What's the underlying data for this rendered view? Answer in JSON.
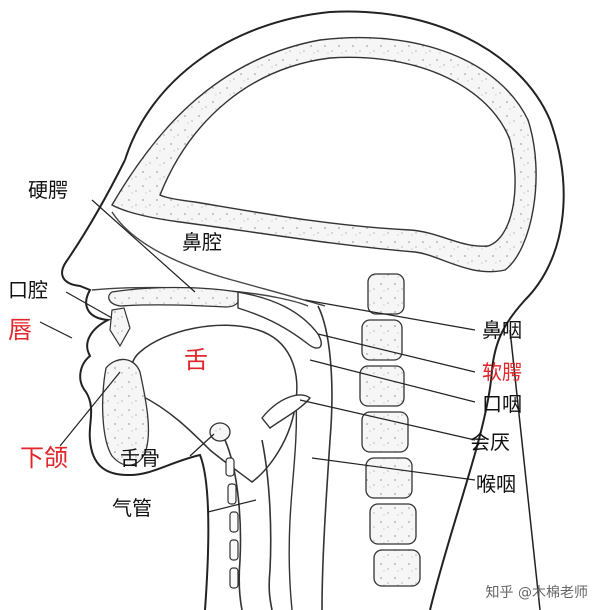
{
  "labels": {
    "hard_palate": "硬腭",
    "nasal_cavity": "鼻腔",
    "oral_cavity": "口腔",
    "lips": "唇",
    "tongue": "舌",
    "nasopharynx": "鼻咽",
    "soft_palate": "软腭",
    "oropharynx": "口咽",
    "epiglottis": "会厌",
    "laryngopharynx": "喉咽",
    "hyoid": "舌骨",
    "trachea": "气管",
    "jaw": "下颌"
  },
  "watermark": "知乎 @木棉老师",
  "colors": {
    "highlight": "#e0262a",
    "line": "#222222",
    "bone_fill": "#f4f4f4"
  }
}
